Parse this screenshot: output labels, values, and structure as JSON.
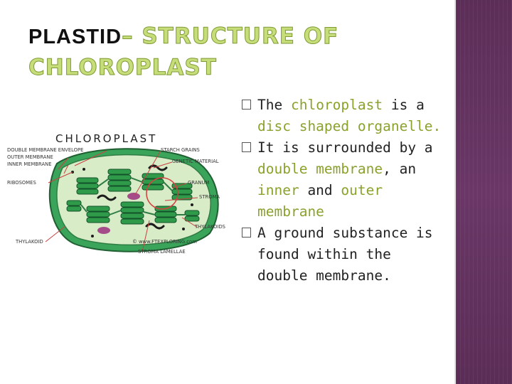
{
  "slide": {
    "title": {
      "prefix": "PLASTID",
      "dash": "–",
      "line1": " STRUCTURE OF",
      "line2": "CHLOROPLAST"
    },
    "figure": {
      "heading": "CHLOROPLAST",
      "labels": {
        "double_membrane": "DOUBLE MEMBRANE ENVELOPE",
        "outer_membrane": "OUTER MEMBRANE",
        "inner_membrane": "INNER MEMBRANE",
        "ribosomes": "RIBOSOMES",
        "thylakoid": "THYLAKOID",
        "starch_grains": "STARCH GRAINS",
        "genetic_material": "GENETIC MATERIAL",
        "granum": "GRANUM",
        "stroma": "STROMA",
        "thylakoids": "THYLAKOIDS",
        "copyright": "© www.FTEXPLORING.com",
        "stroma_lamellae": "STROMA LAMELLAE"
      }
    },
    "bullets": [
      {
        "parts": [
          {
            "t": "The ",
            "h": false
          },
          {
            "t": "chloroplast",
            "h": true
          },
          {
            "t": " is a ",
            "h": false
          },
          {
            "t": "disc shaped organelle.",
            "h": true
          }
        ]
      },
      {
        "parts": [
          {
            "t": "It is surrounded by a ",
            "h": false
          },
          {
            "t": "double membrane",
            "h": true
          },
          {
            "t": ", an ",
            "h": false
          },
          {
            "t": "inner",
            "h": true
          },
          {
            "t": " and ",
            "h": false
          },
          {
            "t": "outer membrane",
            "h": true
          }
        ]
      },
      {
        "parts": [
          {
            "t": "A ground substance is found within the double membrane.",
            "h": false
          }
        ]
      }
    ],
    "colors": {
      "accent": "#8aa22c",
      "panel": "#5f3059",
      "chloroplast_green": "#2f9a4a"
    }
  }
}
